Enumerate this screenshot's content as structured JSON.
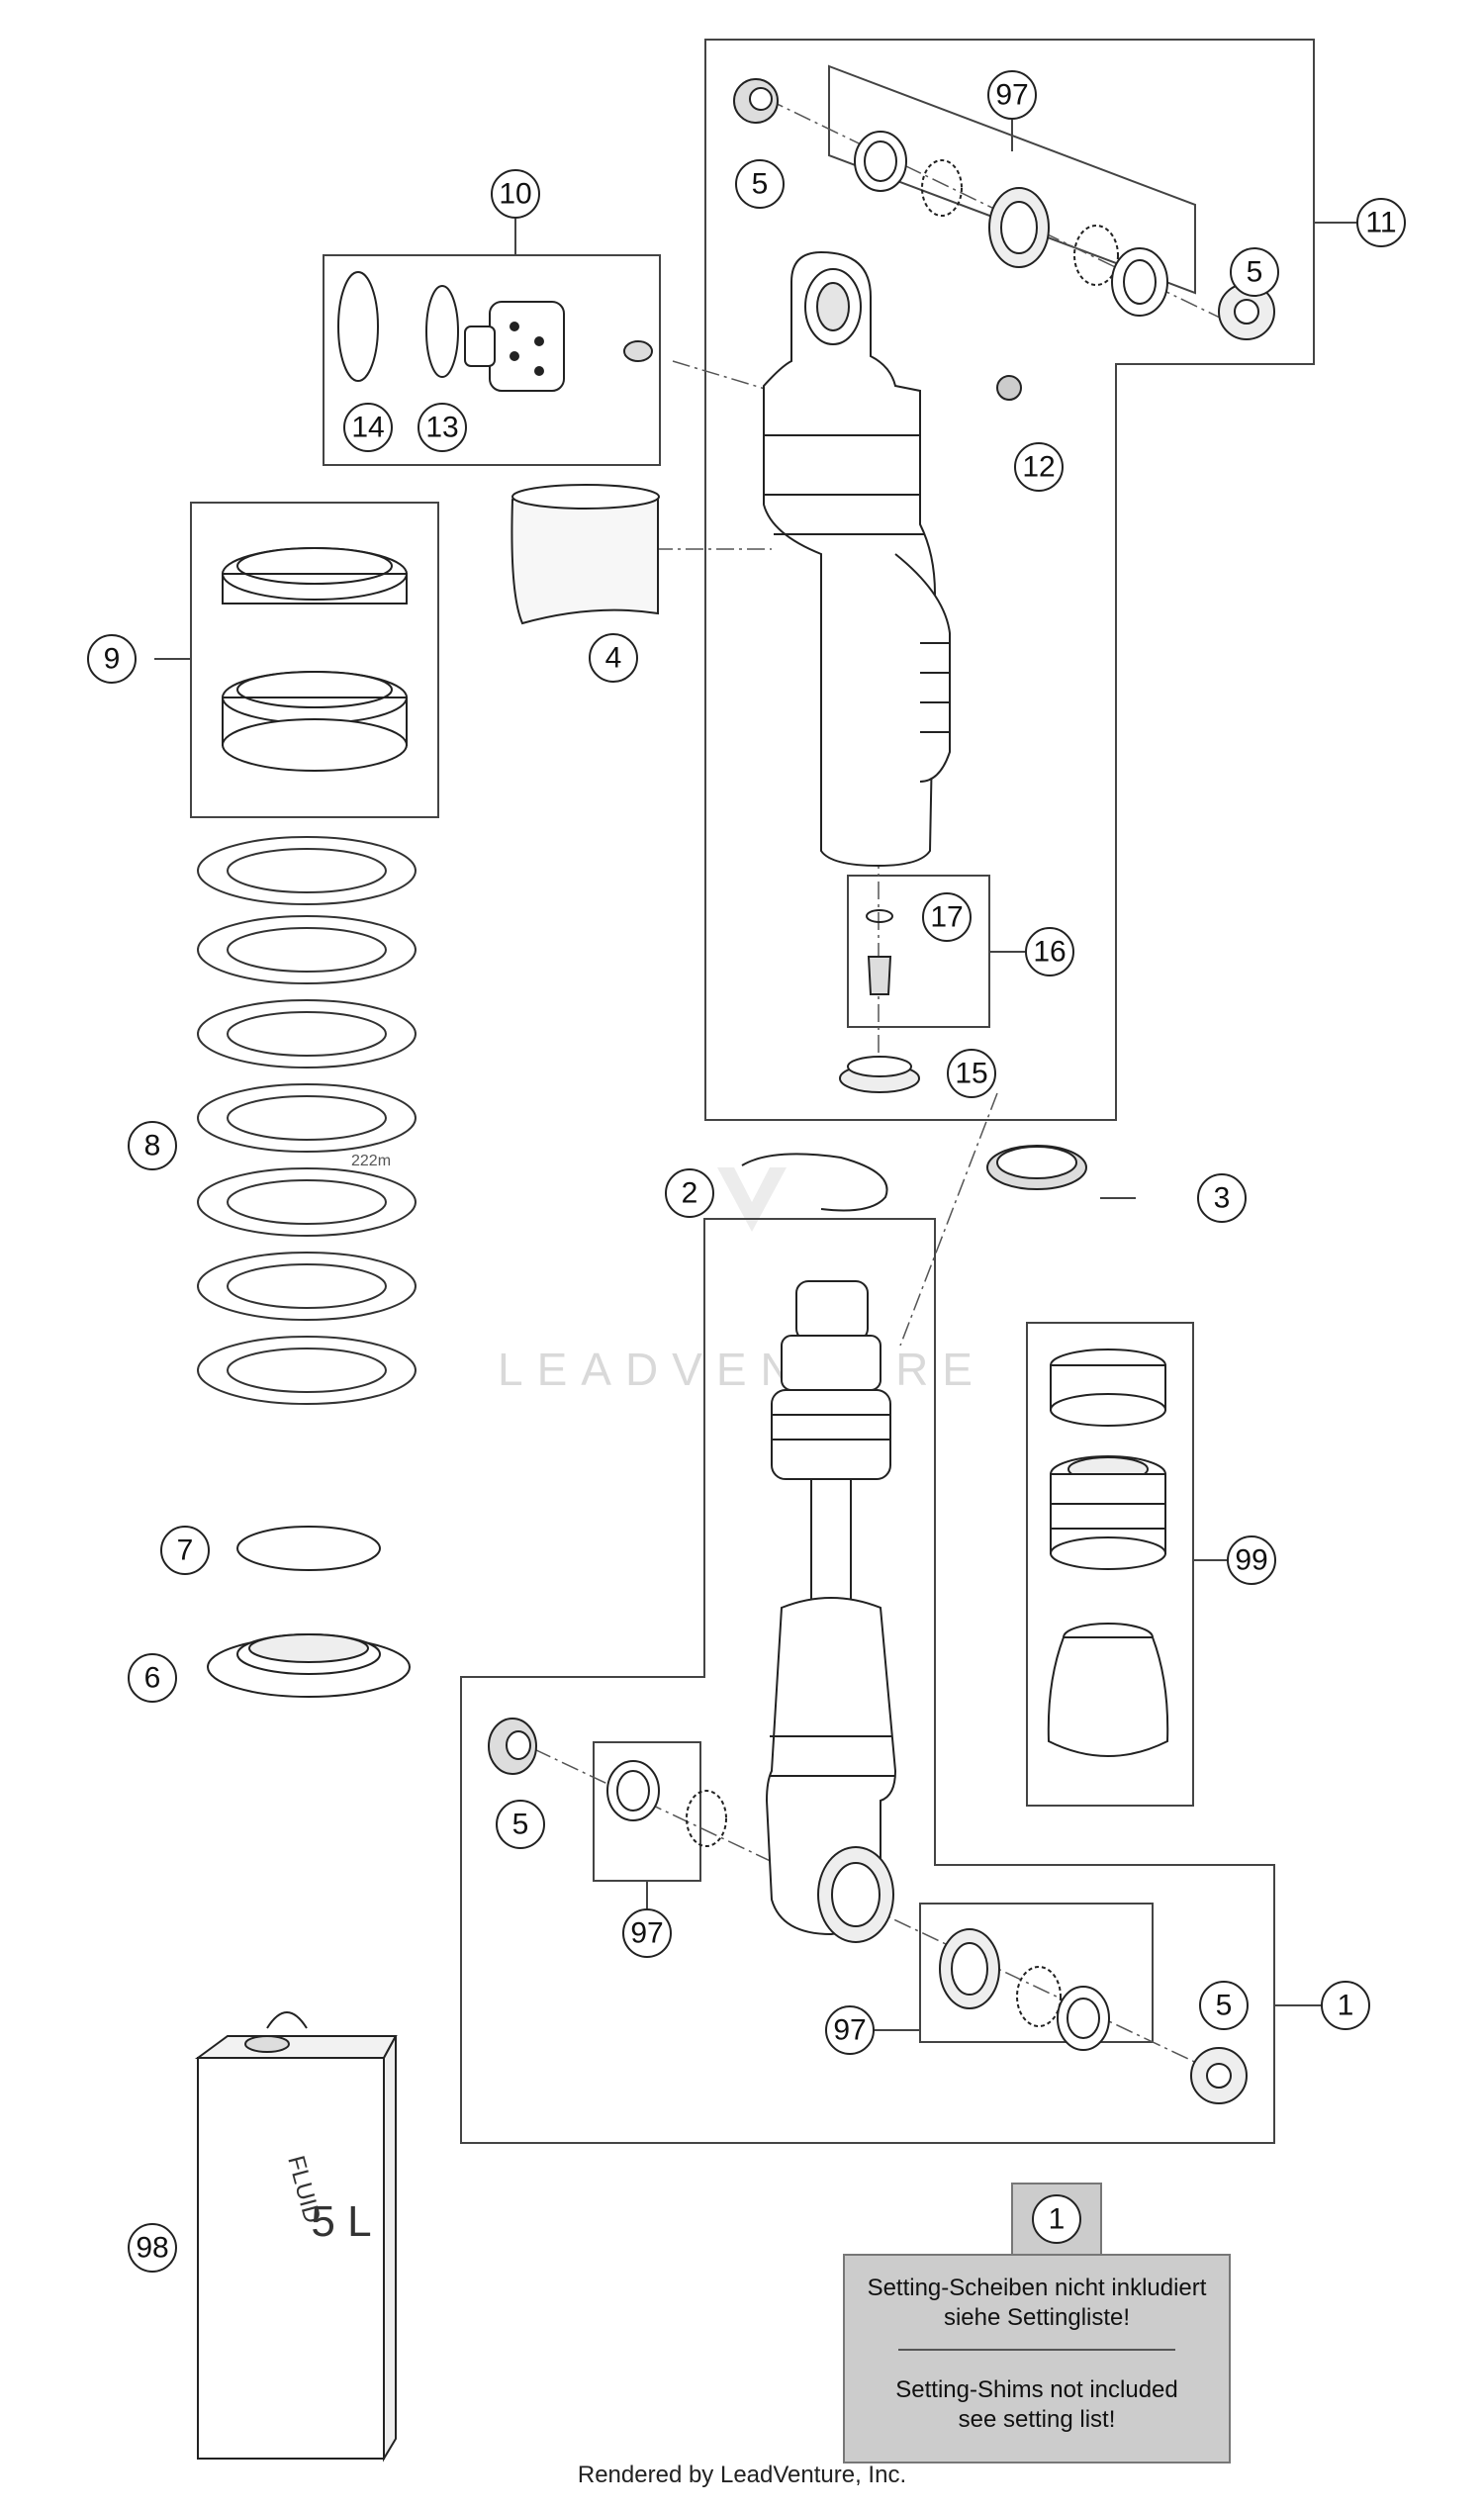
{
  "diagram": {
    "callouts": {
      "c1": "1",
      "c2": "2",
      "c3": "3",
      "c4": "4",
      "c5a": "5",
      "c5b": "5",
      "c5c": "5",
      "c5d": "5",
      "c6": "6",
      "c7": "7",
      "c8": "8",
      "c9": "9",
      "c10": "10",
      "c11": "11",
      "c12": "12",
      "c13": "13",
      "c14": "14",
      "c15": "15",
      "c16": "16",
      "c17": "17",
      "c97a": "97",
      "c97b": "97",
      "c97c": "97",
      "c98": "98",
      "c99": "99"
    },
    "note": {
      "badge": "1",
      "line1": "Setting-Scheiben nicht inkludiert",
      "line2": "siehe Settingliste!",
      "line3": "Setting-Shims not included",
      "line4": "see setting list!"
    },
    "can_label": {
      "fluid": "FLUID",
      "volume": "5 L"
    },
    "spring_marking": "222m",
    "watermark": "LEADVENTURE",
    "footer": "Rendered by LeadVenture, Inc."
  }
}
